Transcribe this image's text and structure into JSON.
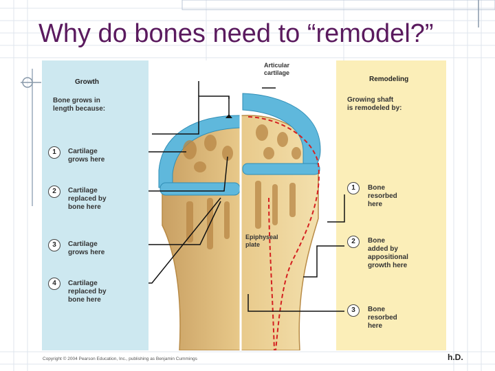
{
  "slide": {
    "title": "Why do bones need to “remodel?”",
    "copyright": "Copyright © 2004 Pearson Education, Inc., publishing as Benjamin Cummings",
    "author_fragment": "h.D."
  },
  "figure": {
    "callouts": {
      "articular_cartilage": [
        "Articular",
        "cartilage"
      ],
      "epiphyseal_plate": [
        "Epiphyseal",
        "plate"
      ]
    },
    "growth": {
      "heading": "Growth",
      "intro": [
        "Bone grows in",
        "length because:"
      ],
      "steps": [
        {
          "num": "1",
          "text": [
            "Cartilage",
            "grows here"
          ]
        },
        {
          "num": "2",
          "text": [
            "Cartilage",
            "replaced by",
            "bone here"
          ]
        },
        {
          "num": "3",
          "text": [
            "Cartilage",
            "grows here"
          ]
        },
        {
          "num": "4",
          "text": [
            "Cartilage",
            "replaced by",
            "bone here"
          ]
        }
      ]
    },
    "remodeling": {
      "heading": "Remodeling",
      "intro": [
        "Growing shaft",
        "is remodeled by:"
      ],
      "steps": [
        {
          "num": "1",
          "text": [
            "Bone",
            "resorbed",
            "here"
          ]
        },
        {
          "num": "2",
          "text": [
            "Bone",
            "added by",
            "appositional",
            "growth here"
          ]
        },
        {
          "num": "3",
          "text": [
            "Bone",
            "resorbed",
            "here"
          ]
        }
      ]
    }
  },
  "colors": {
    "title": "#5a1a5e",
    "growth_panel": "#cde8f0",
    "remodel_panel": "#fbeeb8",
    "cartilage": "#5fb8dc",
    "bone": "#e8c98a",
    "remodel_line": "#d42020"
  }
}
